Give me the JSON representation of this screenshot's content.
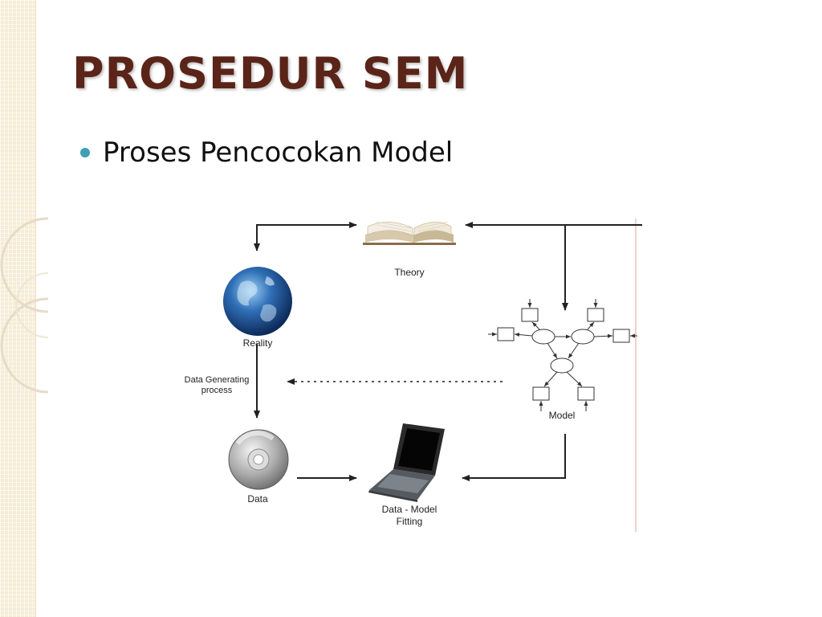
{
  "slide": {
    "title": "PROSEDUR SEM",
    "bullet": "Proses Pencocokan Model"
  },
  "diagram": {
    "labels": {
      "theory": "Theory",
      "reality": "Reality",
      "dgp_line1": "Data Generating",
      "dgp_line2": "process",
      "data": "Data",
      "model": "Model",
      "fitting_line1": "Data - Model",
      "fitting_line2": "Fitting"
    }
  },
  "colors": {
    "title": "#5a2418",
    "bullet": "#3f9fb4",
    "arrow": "#222222",
    "strip": "#f6ecd6"
  }
}
